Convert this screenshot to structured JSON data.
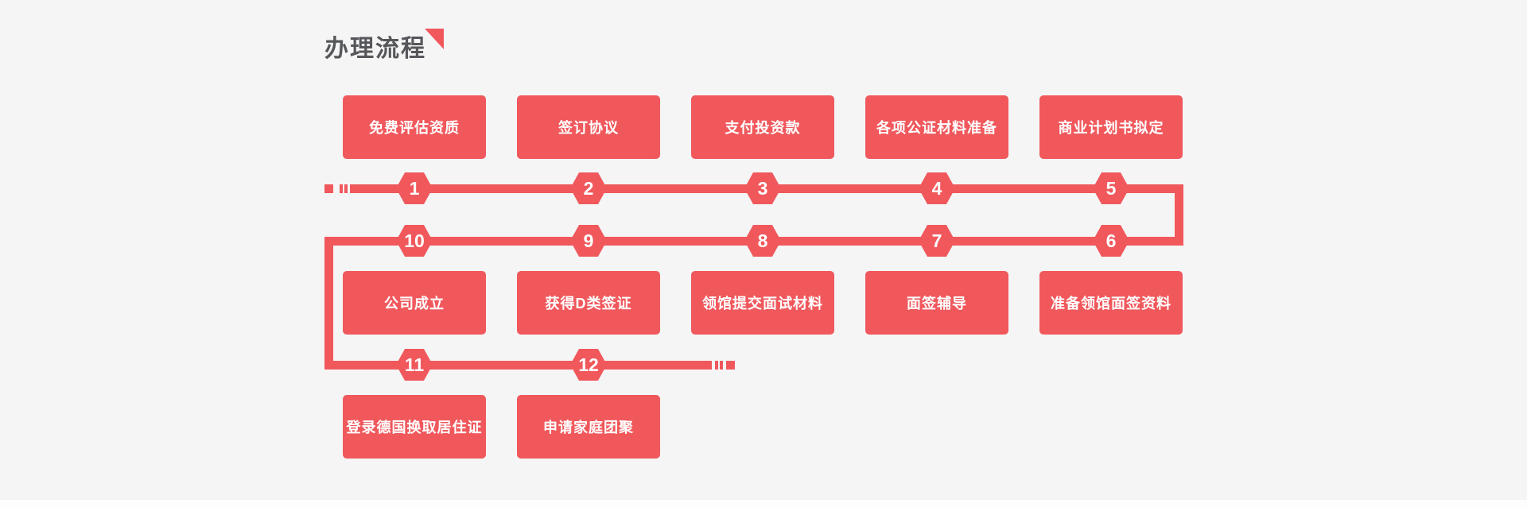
{
  "page": {
    "title": "办理流程",
    "background_color": "#f5f5f6",
    "accent_color": "#f0585c",
    "title_color": "#56575b"
  },
  "flow": {
    "row1_boxes": [
      "免费评估资质",
      "签订协议",
      "支付投资款",
      "各项公证材料准备",
      "商业计划书拟定"
    ],
    "row2_boxes": [
      "公司成立",
      "获得D类签证",
      "领馆提交面试材料",
      "面签辅导",
      "准备领馆面签资料"
    ],
    "row3_boxes": [
      "登录德国换取居住证",
      "申请家庭团聚"
    ],
    "line1_steps": [
      "1",
      "2",
      "3",
      "4",
      "5"
    ],
    "line2_steps": [
      "10",
      "9",
      "8",
      "7",
      "6"
    ],
    "line3_steps": [
      "11",
      "12"
    ]
  }
}
